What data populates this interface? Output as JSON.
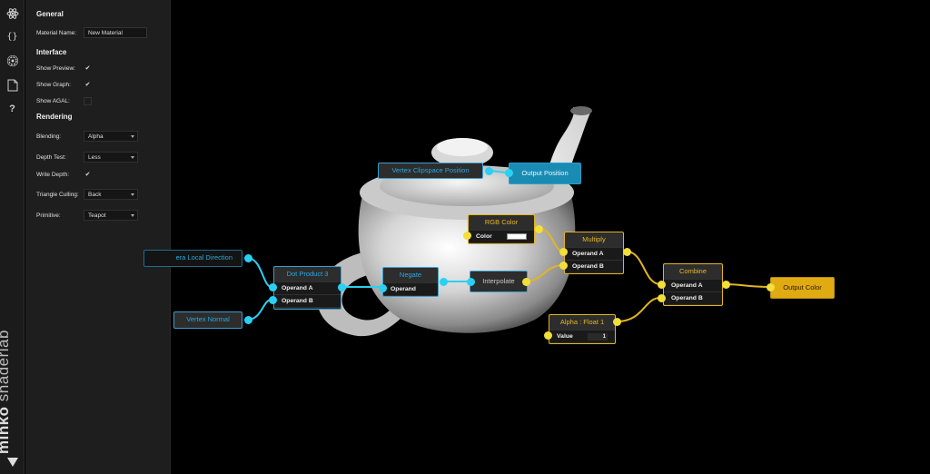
{
  "app": {
    "brand_bold": "minko",
    "brand_light": "shaderlab"
  },
  "rail": {
    "icons": [
      "atom-icon",
      "braces-icon",
      "gear-icon",
      "document-icon",
      "help-icon"
    ],
    "braces_glyph": "{}",
    "help_glyph": "?"
  },
  "panel": {
    "general": {
      "heading": "General",
      "material_name_label": "Material Name:",
      "material_name_value": "New Material"
    },
    "interface": {
      "heading": "Interface",
      "show_preview_label": "Show Preview:",
      "show_preview_checked": true,
      "show_graph_label": "Show Graph:",
      "show_graph_checked": true,
      "show_agal_label": "Show AGAL:",
      "show_agal_checked": false,
      "check_glyph": "✔"
    },
    "rendering": {
      "heading": "Rendering",
      "blending_label": "Blending:",
      "blending_value": "Alpha",
      "depth_test_label": "Depth Test:",
      "depth_test_value": "Less",
      "write_depth_label": "Write Depth:",
      "write_depth_checked": true,
      "triangle_culling_label": "Triangle Culling:",
      "triangle_culling_value": "Back",
      "primitive_label": "Primitive:",
      "primitive_value": "Teapot"
    }
  },
  "graph": {
    "nodes": {
      "vertex_clipspace": {
        "title": "Vertex Clipspace Position"
      },
      "output_position": {
        "title": "Output Position"
      },
      "camera_dir": {
        "title": "era Local Direction"
      },
      "vertex_normal": {
        "title": "Vertex Normal"
      },
      "dot_product": {
        "title": "Dot Product 3",
        "in_a": "Operand A",
        "in_b": "Operand B"
      },
      "negate": {
        "title": "Negate",
        "in": "Operand"
      },
      "interpolate": {
        "title": "Interpolate"
      },
      "rgb_color": {
        "title": "RGB Color",
        "row": "Color",
        "swatch": "#ffffff"
      },
      "multiply": {
        "title": "Multiply",
        "in_a": "Operand A",
        "in_b": "Operand B"
      },
      "combine": {
        "title": "Combine",
        "in_a": "Operand A",
        "in_b": "Operand B"
      },
      "alpha_float": {
        "title": "Alpha : Float 1",
        "row": "Value",
        "value": "1"
      },
      "output_color": {
        "title": "Output Color"
      }
    },
    "colors": {
      "blue": "#2ad0f2",
      "orange": "#e2b520",
      "yellow": "#f3df3a"
    }
  }
}
